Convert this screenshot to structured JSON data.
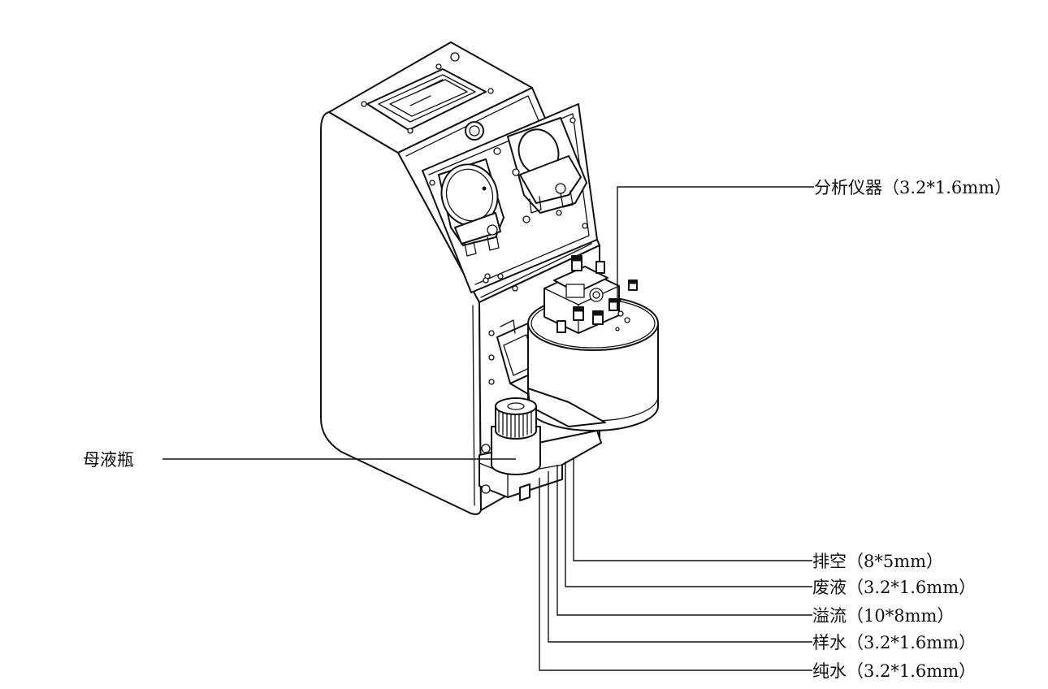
{
  "labels": {
    "analyzer": "分析仪器（3.2*1.6mm）",
    "mother_bottle": "母液瓶",
    "drain": "排空（8*5mm）",
    "waste": "废液（3.2*1.6mm）",
    "overflow": "溢流（10*8mm）",
    "sample_water": "样水（3.2*1.6mm）",
    "pure_water": "纯水（3.2*1.6mm）"
  },
  "colors": {
    "line": "#111111",
    "background": "#ffffff"
  }
}
